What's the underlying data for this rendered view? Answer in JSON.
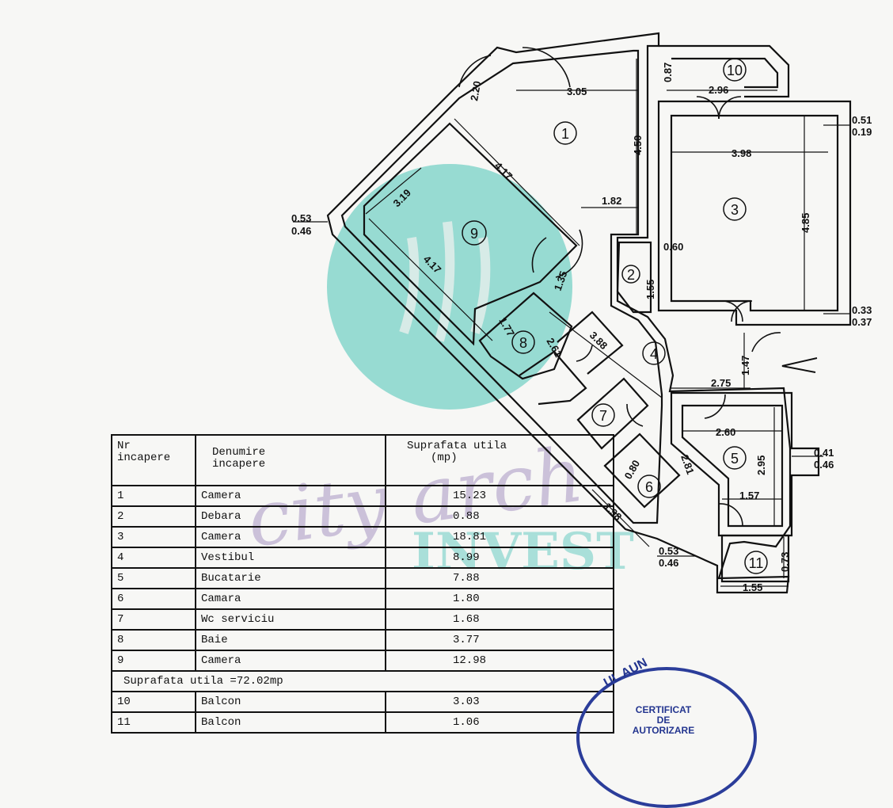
{
  "dimensions": {
    "d305": "3.05",
    "d220": "2.20",
    "d087": "0.87",
    "d296": "2.96",
    "d051": "0.51",
    "d019": "0.19",
    "d398": "3.98",
    "d450": "4.50",
    "d417a": "4.17",
    "d485": "4.85",
    "d182": "1.82",
    "d319": "3.19",
    "d053a": "0.53",
    "d046a": "0.46",
    "d060": "0.60",
    "d155a": "1.55",
    "d417b": "4.17",
    "d135": "1.35",
    "d033": "0.33",
    "d037": "0.37",
    "d177": "1.77",
    "d388": "3.88",
    "d261": "2.61",
    "d147": "1.47",
    "d275": "2.75",
    "d260": "2.60",
    "d041": "0.41",
    "d046b": "0.46",
    "d295": "2.95",
    "d080": "0.80",
    "d281": "2.81",
    "d157": "1.57",
    "d198": "1.98",
    "d053b": "0.53",
    "d046c": "0.46",
    "d073": "0.73",
    "d155b": "1.55"
  },
  "rooms": {
    "r1": "1",
    "r2": "2",
    "r3": "3",
    "r4": "4",
    "r5": "5",
    "r6": "6",
    "r7": "7",
    "r8": "8",
    "r9": "9",
    "r10": "10",
    "r11": "11"
  },
  "table": {
    "header_nr_1": "Nr",
    "header_nr_2": "incapere",
    "header_name_1": "Denumire",
    "header_name_2": "incapere",
    "header_area_1": "Suprafata utila",
    "header_area_2": "(mp)",
    "rows": [
      {
        "nr": "1",
        "name": "Camera",
        "area": "15.23"
      },
      {
        "nr": "2",
        "name": "Debara",
        "area": "0.88"
      },
      {
        "nr": "3",
        "name": "Camera",
        "area": "18.81"
      },
      {
        "nr": "4",
        "name": "Vestibul",
        "area": "8.99"
      },
      {
        "nr": "5",
        "name": "Bucatarie",
        "area": "7.88"
      },
      {
        "nr": "6",
        "name": "Camara",
        "area": "1.80"
      },
      {
        "nr": "7",
        "name": "Wc serviciu",
        "area": "1.68"
      },
      {
        "nr": "8",
        "name": "Baie",
        "area": "3.77"
      },
      {
        "nr": "9",
        "name": "Camera",
        "area": "12.98"
      }
    ],
    "total": "Suprafata utila  =72.02mp",
    "balconies": [
      {
        "nr": "10",
        "name": "Balcon",
        "area": "3.03"
      },
      {
        "nr": "11",
        "name": "Balcon",
        "area": "1.06"
      }
    ]
  },
  "watermark": {
    "line1": "city arch",
    "line2": "INVEST"
  },
  "stamp": {
    "ring": "UL AUN",
    "line1": "CERTIFICAT",
    "line2": "DE",
    "line3": "AUTORIZARE"
  },
  "colors": {
    "ink": "#111111",
    "watermark_teal": "#1bb4a6",
    "watermark_purple": "#7a5fa8",
    "stamp_blue": "#2b3d9a"
  }
}
